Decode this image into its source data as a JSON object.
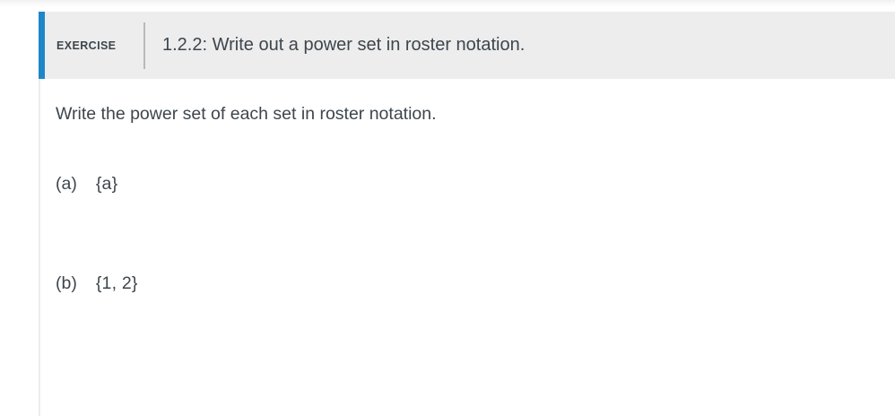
{
  "exercise": {
    "kicker": "EXERCISE",
    "title": "1.2.2: Write out a power set in roster notation.",
    "prompt": "Write the power set of each set in roster notation.",
    "parts": [
      {
        "label": "(a)",
        "expression": "{a}"
      },
      {
        "label": "(b)",
        "expression": "{1, 2}"
      }
    ]
  },
  "colors": {
    "accent_blue": "#1e87c8",
    "header_bg": "#ededed",
    "text": "#3d464d",
    "header_divider": "#b9b9b9",
    "body_border": "#ececec"
  }
}
